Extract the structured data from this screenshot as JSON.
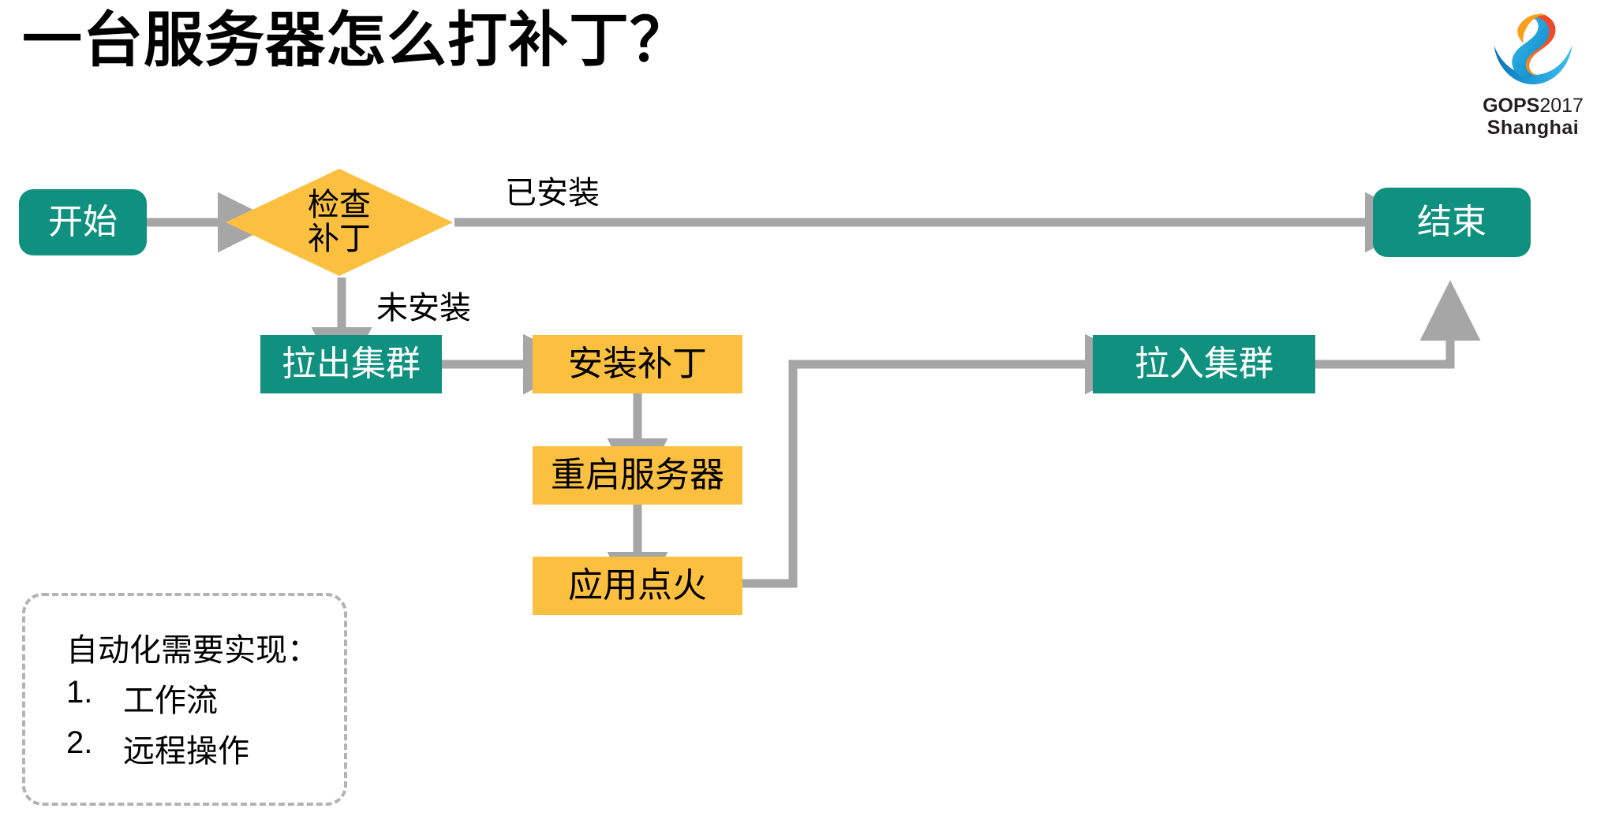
{
  "slide": {
    "title": "一台服务器怎么打补丁？",
    "background": "#ffffff"
  },
  "logo": {
    "mark_name": "gops-swirl-logo",
    "line1_bold": "GOPS",
    "line1_year": "2017",
    "line2": "Shanghai",
    "colors": {
      "orange": "#f05a28",
      "blue": "#1b9ad6",
      "deep_blue": "#0d72b9",
      "text": "#231f20"
    }
  },
  "colors": {
    "teal": "#10917f",
    "orange": "#fcc040",
    "connector_gray": "#a6a6a6",
    "dash_gray": "#b3b3b3",
    "text_dark": "#000000",
    "text_light": "#ffffff"
  },
  "flow": {
    "nodes": [
      {
        "id": "start",
        "label": "开始",
        "shape": "rounded-rect",
        "fill": "teal"
      },
      {
        "id": "check-patch",
        "label_line1": "检查",
        "label_line2": "补丁",
        "shape": "diamond",
        "fill": "orange"
      },
      {
        "id": "end",
        "label": "结束",
        "shape": "rounded-rect",
        "fill": "teal"
      },
      {
        "id": "pull-out",
        "label": "拉出集群",
        "shape": "rect",
        "fill": "teal"
      },
      {
        "id": "install",
        "label": "安装补丁",
        "shape": "rect",
        "fill": "orange"
      },
      {
        "id": "pull-in",
        "label": "拉入集群",
        "shape": "rect",
        "fill": "teal"
      },
      {
        "id": "reboot",
        "label": "重启服务器",
        "shape": "rect",
        "fill": "orange"
      },
      {
        "id": "app-ignite",
        "label": "应用点火",
        "shape": "rect",
        "fill": "orange"
      }
    ],
    "edge_labels": [
      {
        "id": "installed",
        "text": "已安装"
      },
      {
        "id": "not-installed",
        "text": "未安装"
      }
    ]
  },
  "note": {
    "title": "自动化需要实现：",
    "items": [
      {
        "num": "1.",
        "text": "工作流"
      },
      {
        "num": "2.",
        "text": "远程操作"
      }
    ]
  }
}
